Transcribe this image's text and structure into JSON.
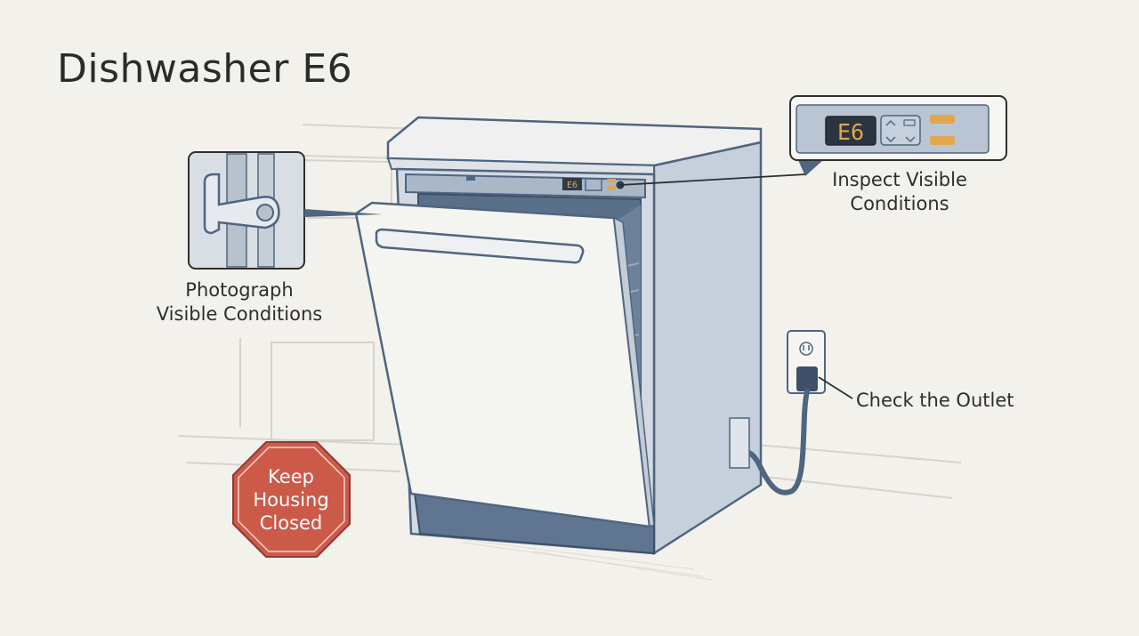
{
  "title": "Dishwasher E6",
  "callouts": {
    "photograph": {
      "line1": "Photograph",
      "line2": "Visible Conditions"
    },
    "inspect": {
      "line1": "Inspect Visible",
      "line2": "Conditions"
    },
    "outlet": {
      "label": "Check the Outlet"
    }
  },
  "stop_sign": {
    "line1": "Keep",
    "line2": "Housing",
    "line3": "Closed"
  },
  "control_panel": {
    "error_code": "E6"
  },
  "colors": {
    "background": "#f3f1ec",
    "steel_blue": "#4f6580",
    "panel_blue": "#b9c5d3",
    "stop_red": "#cc5a49",
    "display_amber": "#e3a64b"
  },
  "icons": [
    "door-hinge-icon",
    "outlet-icon",
    "power-plug-icon",
    "stop-sign-icon"
  ]
}
